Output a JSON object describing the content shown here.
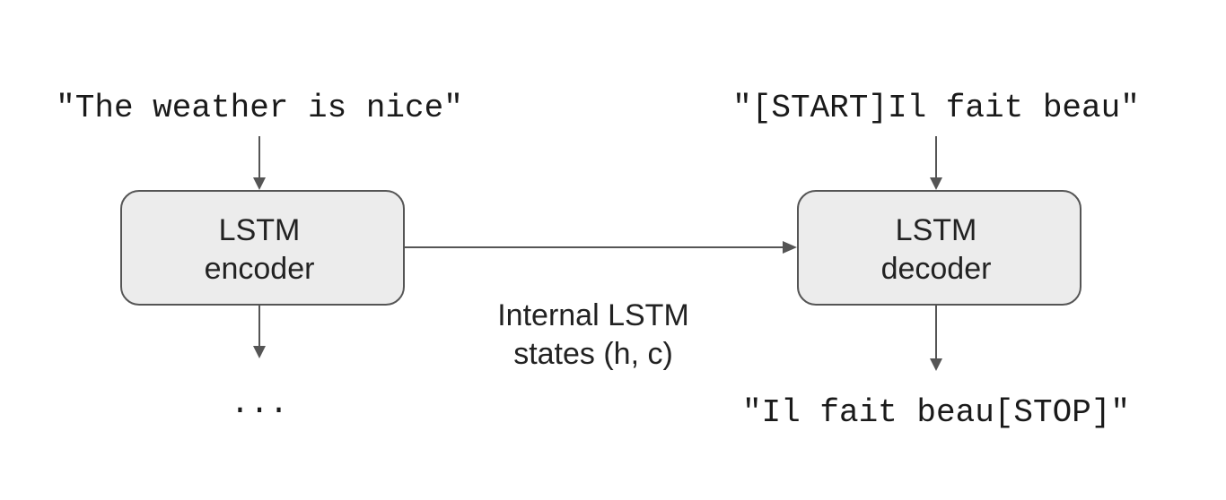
{
  "encoder": {
    "input_text": "\"The weather is nice\"",
    "label_line1": "LSTM",
    "label_line2": "encoder",
    "output_text": "..."
  },
  "decoder": {
    "input_text": "\"[START]Il fait beau\"",
    "label_line1": "LSTM",
    "label_line2": "decoder",
    "output_text": "\"Il fait beau[STOP]\""
  },
  "states_label": {
    "line1": "Internal LSTM",
    "line2": "states (h, c)"
  }
}
